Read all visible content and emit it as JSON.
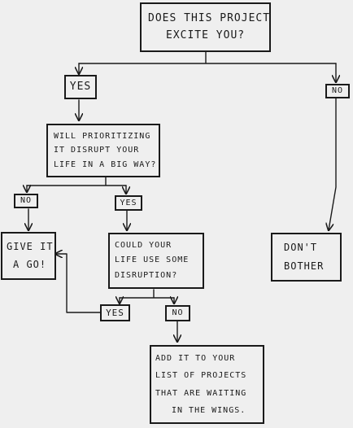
{
  "nodes": {
    "excite": {
      "lines": [
        "Does this project",
        "excite you?"
      ]
    },
    "prioritize": {
      "lines": [
        "Will prioritizing",
        "it disrupt your",
        "life in a big way?"
      ]
    },
    "give": {
      "lines": [
        "Give it",
        "a go!"
      ]
    },
    "could": {
      "lines": [
        "Could your",
        "life use some",
        "disruption?"
      ]
    },
    "dont": {
      "lines": [
        "Don't",
        "Bother"
      ]
    },
    "add": {
      "lines": [
        "Add it to your",
        "list of projects",
        "that are waiting",
        "in the wings."
      ]
    }
  },
  "labels": {
    "yes_1": "Yes",
    "no_1": "No",
    "no_2": "No",
    "yes_2": "Yes",
    "yes_3": "Yes",
    "no_3": "No"
  }
}
